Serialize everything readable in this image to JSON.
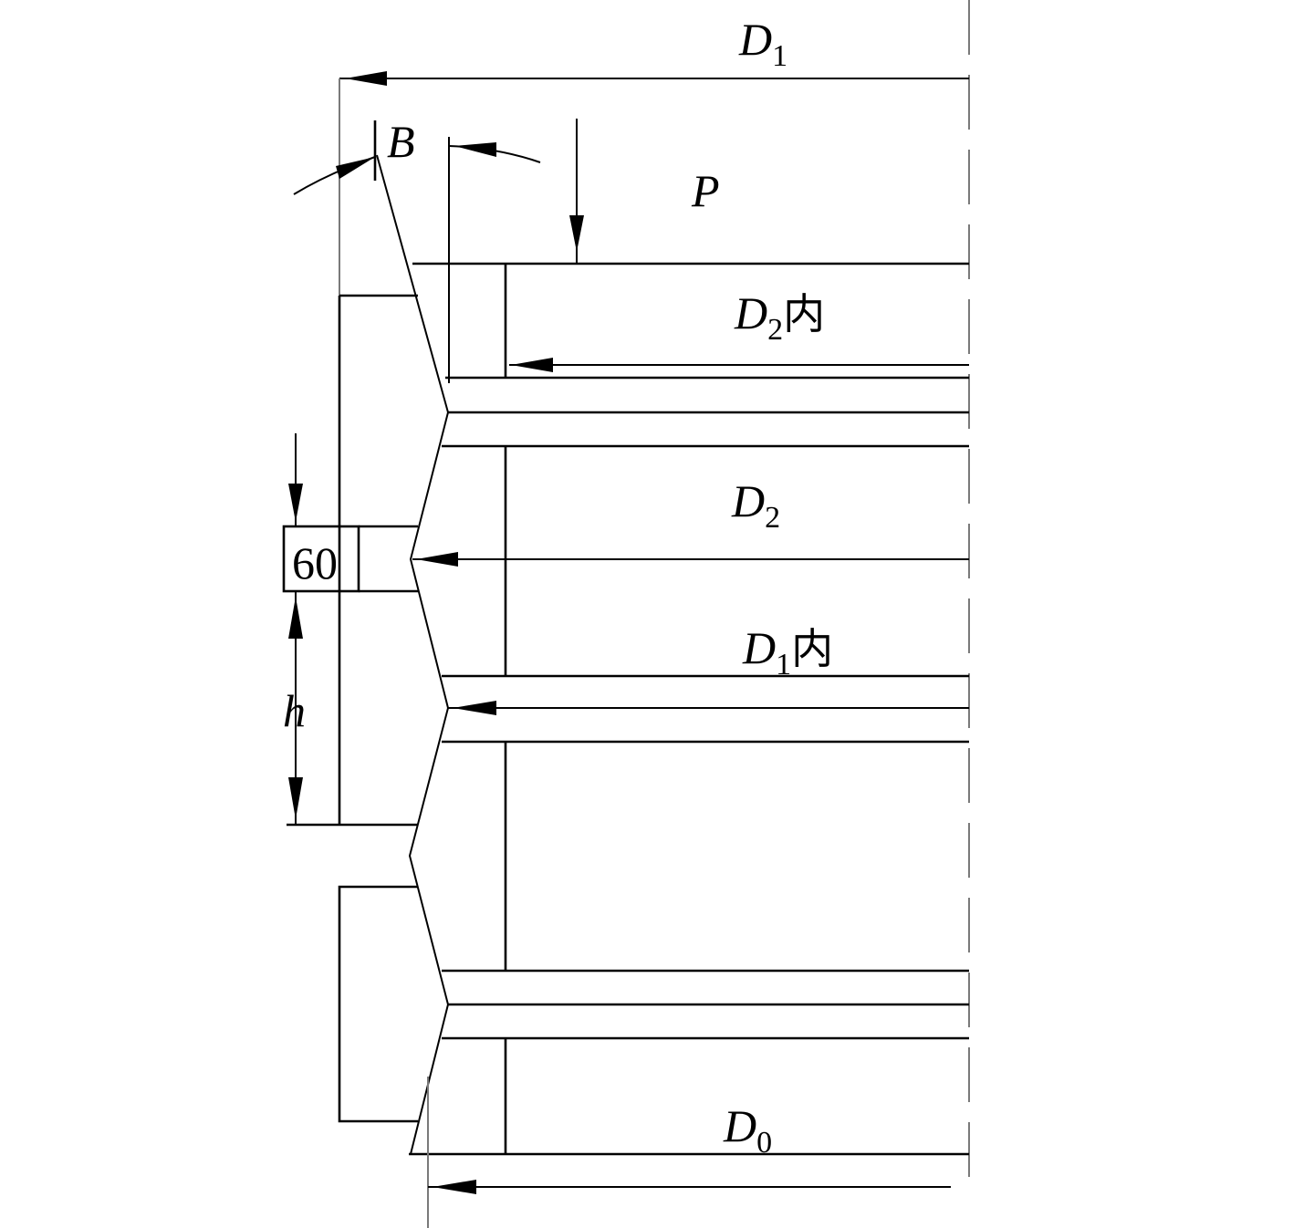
{
  "labels": {
    "d1": {
      "sym": "D",
      "sub": "1",
      "suffix": ""
    },
    "b": {
      "sym": "B"
    },
    "p": {
      "sym": "P"
    },
    "d2_inner": {
      "sym": "D",
      "sub": "2",
      "suffix": "内"
    },
    "d2": {
      "sym": "D",
      "sub": "2",
      "suffix": ""
    },
    "angle": {
      "value": "60"
    },
    "d1_inner": {
      "sym": "D",
      "sub": "1",
      "suffix": "内"
    },
    "h": {
      "sym": "h"
    },
    "d0": {
      "sym": "D",
      "sub": "0",
      "suffix": ""
    }
  },
  "colors": {
    "line": "#000000",
    "center_line": "#7a7a7a",
    "background": "#ffffff"
  }
}
